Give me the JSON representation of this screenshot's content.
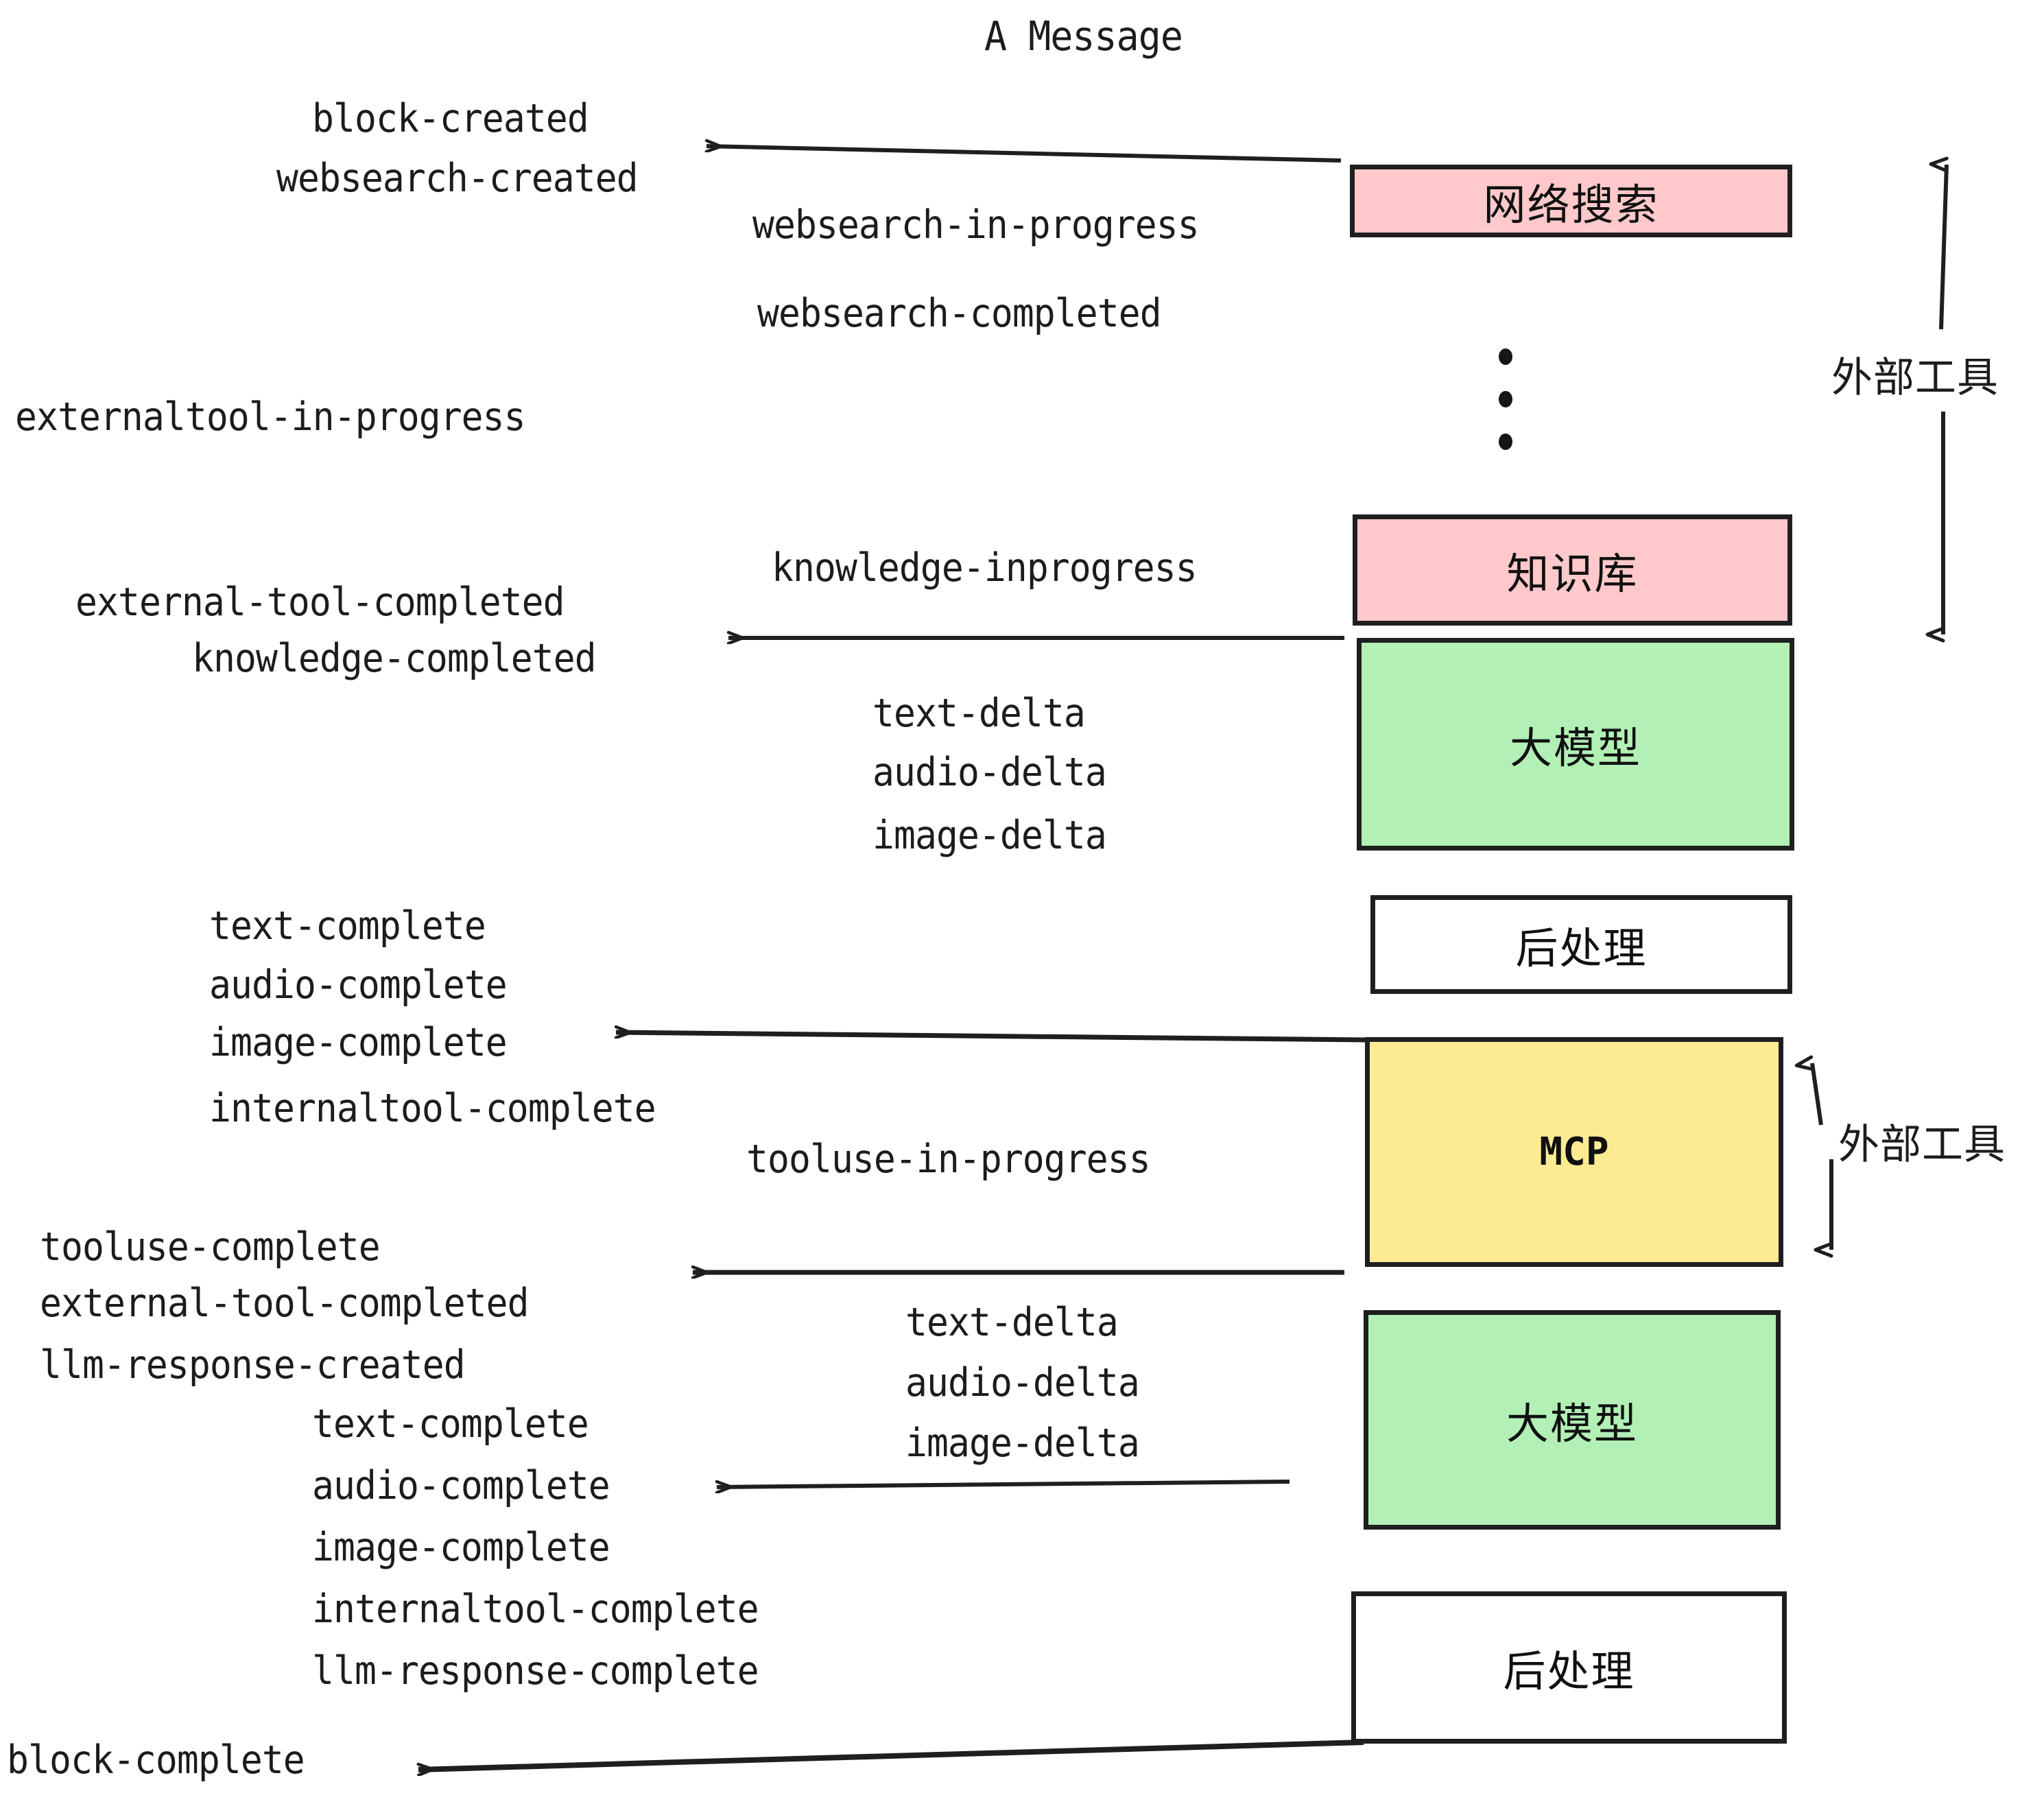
{
  "title": "A Message",
  "colors": {
    "pink": "#FFC9CB",
    "green": "#B2F0B6",
    "yellow": "#FCEB92",
    "white": "#FFFFFF",
    "stroke": "#1f1f1f",
    "text": "#1c1c1c"
  },
  "boxes": [
    {
      "id": "websearch",
      "label": "网络搜索",
      "fill": "#FFC9CB"
    },
    {
      "id": "knowledge",
      "label": "知识库",
      "fill": "#FFC9CB"
    },
    {
      "id": "llm-upper",
      "label": "大模型",
      "fill": "#B2F0B6"
    },
    {
      "id": "postprocess-upper",
      "label": "后处理",
      "fill": "#FFFFFF"
    },
    {
      "id": "mcp",
      "label": "MCP",
      "fill": "#FCEB92"
    },
    {
      "id": "llm-lower",
      "label": "大模型",
      "fill": "#B2F0B6"
    },
    {
      "id": "postprocess-lower",
      "label": "后处理",
      "fill": "#FFFFFF"
    }
  ],
  "group_labels": [
    {
      "id": "external-tools-upper",
      "label": "外部工具"
    },
    {
      "id": "external-tools-lower",
      "label": "外部工具"
    }
  ],
  "events": {
    "block_created": "block-created",
    "websearch_created": "websearch-created",
    "websearch_in_progress": "websearch-in-progress",
    "websearch_completed": "websearch-completed",
    "externaltool_in_progress": "externaltool-in-progress",
    "knowledge_inprogress": "knowledge-inprogress",
    "external_tool_completed_1": "external-tool-completed",
    "knowledge_completed": "knowledge-completed",
    "text_delta_1": "text-delta",
    "audio_delta_1": "audio-delta",
    "image_delta_1": "image-delta",
    "text_complete_1": "text-complete",
    "audio_complete_1": "audio-complete",
    "image_complete_1": "image-complete",
    "internaltool_complete_1": "internaltool-complete",
    "tooluse_in_progress": "tooluse-in-progress",
    "tooluse_complete": "tooluse-complete",
    "external_tool_completed_2": "external-tool-completed",
    "llm_response_created": "llm-response-created",
    "text_delta_2": "text-delta",
    "audio_delta_2": "audio-delta",
    "image_delta_2": "image-delta",
    "text_complete_2": "text-complete",
    "audio_complete_2": "audio-complete",
    "image_complete_2": "image-complete",
    "internaltool_complete_2": "internaltool-complete",
    "llm_response_complete": "llm-response-complete",
    "block_complete": "block-complete"
  }
}
